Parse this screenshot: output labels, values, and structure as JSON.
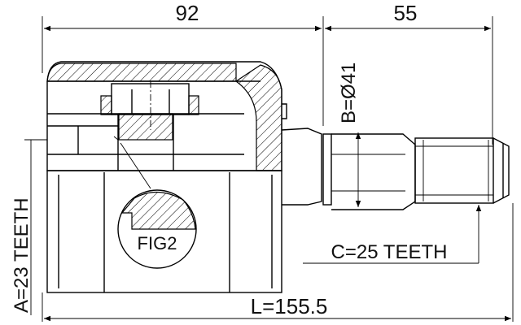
{
  "dimensions": {
    "top_left": "92",
    "top_right": "55",
    "bore": "B=Ø41",
    "spline_a": "A=23 TEETH",
    "spline_c": "C=25 TEETH",
    "length": "L=155.5"
  },
  "callout": {
    "figure_label": "FIG2"
  }
}
